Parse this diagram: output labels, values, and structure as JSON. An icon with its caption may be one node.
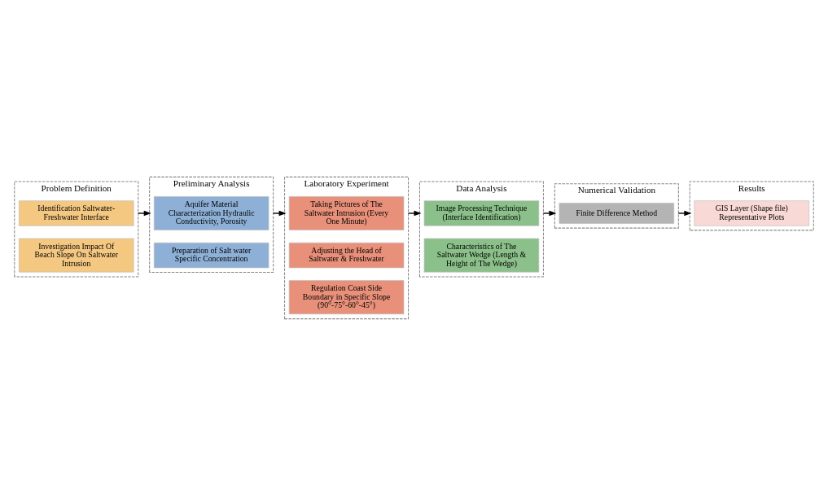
{
  "diagram": {
    "nodes": [
      {
        "text": [
          "Problem Definition"
        ]
      },
      {
        "text": [
          "Identification Saltwater-Freshwater Interface"
        ],
        "in": 0
      },
      {
        "text": [
          "Investigation Impact Of Beach Slope On Saltwater Intrusion"
        ],
        "in": 0
      },
      {
        "text": [
          "Preliminary Analysis"
        ]
      },
      {
        "text": [
          "Aquifer Material Characterization Hydraulic Conductivity, Porosity"
        ],
        "in": 3
      },
      {
        "text": [
          "Preparation of Salt water Specific Concentration"
        ],
        "in": 3
      },
      {
        "text": [
          "Laboratory Experiment"
        ]
      },
      {
        "text": [
          "Taking Pictures of The Saltwater Intrusion (Every One Minute)"
        ],
        "in": 6
      },
      {
        "text": [
          "Adjusting the Head of Saltwater & Freshwater"
        ],
        "in": 6
      },
      {
        "text": [
          "Regulation Coast Side Boundary in Specific Slope (90°-75°-60°-45°)"
        ],
        "in": 6
      },
      {
        "text": [
          "Data Analysis"
        ]
      },
      {
        "text": [
          "Image Processing Technique (Interface Identification)"
        ],
        "in": 10
      },
      {
        "text": [
          "Characteristics of The Saltwater Wedge (Length & Height of The Wedge)"
        ],
        "in": 10
      },
      {
        "text": [
          "Numerical Validation"
        ]
      },
      {
        "text": [
          "Finite Difference Method"
        ],
        "in": 13
      },
      {
        "text": [
          "Results"
        ]
      },
      {
        "text": [
          "GIS Layer (Shape file) Representative Plots"
        ],
        "in": 15
      }
    ],
    "edges": [
      {
        "from": 0,
        "to": 3,
        "arrow": "to"
      },
      {
        "from": 3,
        "to": 6,
        "arrow": "to"
      },
      {
        "from": 6,
        "to": 10,
        "arrow": "to"
      },
      {
        "from": 10,
        "to": 13,
        "arrow": "to"
      },
      {
        "from": 13,
        "to": 15,
        "arrow": "to"
      }
    ]
  }
}
